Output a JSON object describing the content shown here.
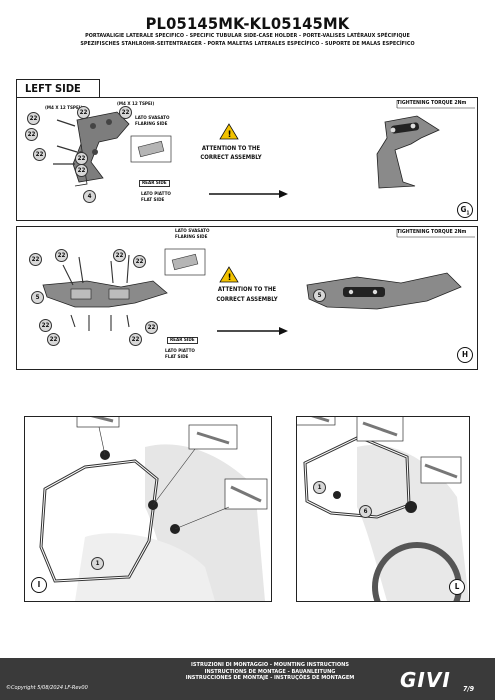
{
  "header": {
    "title": "PL05145MK-KL05145MK",
    "subtitle_lines": [
      "PORTAVALIGIE LATERALE SPECIFICO  -  SPECIFIC TUBULAR SIDE-CASE HOLDER  -  PORTE-VALISES LATÉRAUX SPÉCIFIQUE",
      "SPEZIFISCHES STAHLROHR-SEITENTRAEGER  -  PORTA MALETAS LATERALES ESPECÍFICO  -  SUPORTE DE MALAS ESPECÍFICO"
    ]
  },
  "section_left": {
    "label": "LEFT SIDE"
  },
  "step_g": {
    "torque": "TIGHTENING TORQUE 2Nm",
    "attention": [
      "ATTENTION TO THE",
      "CORRECT ASSEMBLY"
    ],
    "screw1": "(M4 X 12 TSPEI)",
    "screw2": "(M4 X 12 TSPEI)",
    "flared_label": [
      "LATO SVASATO",
      "FLARING SIDE"
    ],
    "rear_side": "REAR SIDE",
    "flat_label": [
      "LATO PIATTO",
      "FLAT SIDE"
    ],
    "part_number": "22",
    "part_4": "4",
    "step_letter": "G",
    "step_sub": "1"
  },
  "step_h": {
    "torque": "TIGHTENING TORQUE 2Nm",
    "attention": [
      "ATTENTION TO THE",
      "CORRECT ASSEMBLY"
    ],
    "flared_label": [
      "LATO SVASATO",
      "FLARING SIDE"
    ],
    "rear_side": "REAR SIDE",
    "flat_label": [
      "LATO PIATTO",
      "FLAT SIDE"
    ],
    "part_number": "22",
    "part_5": "5",
    "step_letter": "H"
  },
  "step_i": {
    "step_letter": "I",
    "part_1": "1"
  },
  "step_l": {
    "step_letter": "L",
    "part_6": "6",
    "part_1": "1"
  },
  "footer": {
    "copyright": "©Copyright 5/08/2024 LF-Rev00",
    "instructions": [
      "ISTRUZIONI DI MONTAGGIO  -  MOUNTING INSTRUCTIONS",
      "INSTRUCTIONS DE MONTAGE  -  BAUANLEITUNG",
      "INSTRUCCIONES DE MONTAJE  -  INSTRUÇÕES DE MONTAGEM"
    ],
    "brand": "GIVI",
    "page": "7/9"
  },
  "colors": {
    "footer_bg": "#3a3a3a",
    "warning_yellow": "#f2c200",
    "part_fill": "#8a8a8a"
  }
}
